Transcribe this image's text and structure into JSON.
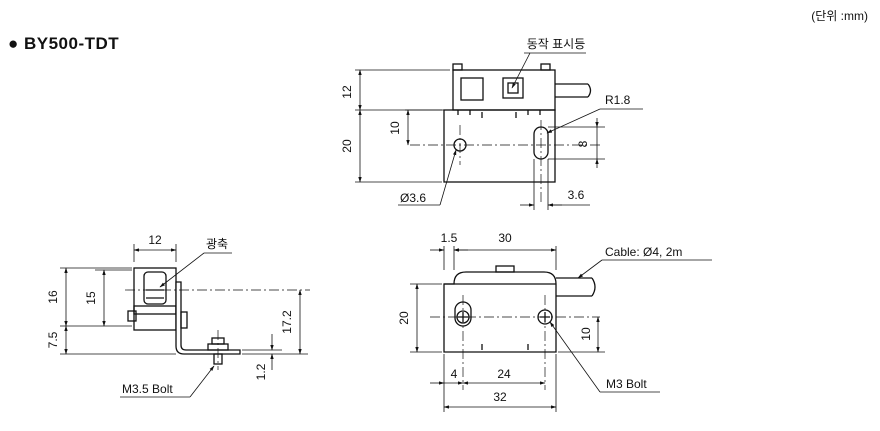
{
  "header": {
    "unit_note": "(단위 :mm)",
    "model_title": "● BY500-TDT"
  },
  "top_view": {
    "indicator_label": "동작 표시등",
    "dim_height_top": "12",
    "dim_height_total": "20",
    "dim_hole_height": "10",
    "radius_label": "R1.8",
    "dim_slot_length": "8",
    "hole_label": "Ø3.6",
    "dim_slot_width": "3.6"
  },
  "side_view": {
    "dim_width": "12",
    "optical_axis_label": "광축",
    "dim_16": "16",
    "dim_15": "15",
    "dim_7_5": "7.5",
    "dim_17_2": "17.2",
    "dim_1_2": "1.2",
    "bolt_label": "M3.5 Bolt"
  },
  "front_view": {
    "dim_1_5": "1.5",
    "dim_30": "30",
    "cable_label": "Cable: Ø4, 2m",
    "dim_20": "20",
    "dim_10": "10",
    "dim_4": "4",
    "dim_24": "24",
    "dim_32": "32",
    "bolt_label": "M3 Bolt"
  }
}
